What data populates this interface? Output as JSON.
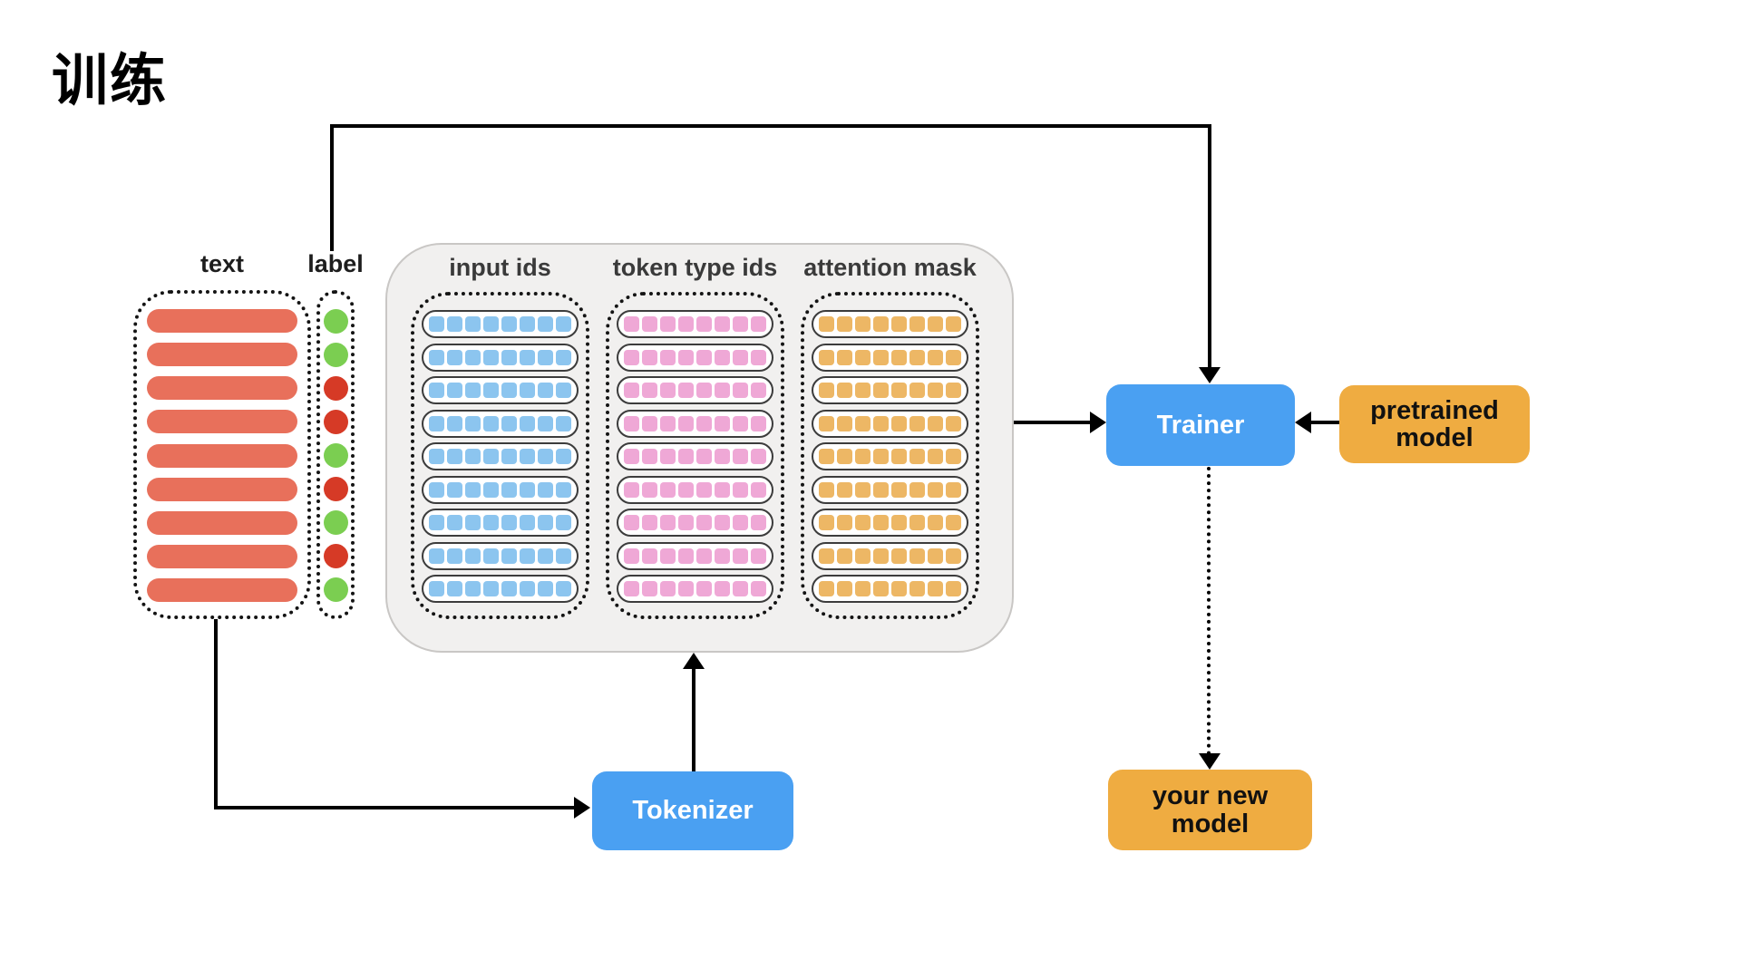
{
  "title": "训练",
  "text_column": {
    "header": "text",
    "bar_count": 9,
    "bar_color": "#E8705B"
  },
  "label_column": {
    "header": "label",
    "dots": [
      "green",
      "green",
      "red",
      "red",
      "green",
      "red",
      "green",
      "red",
      "green"
    ],
    "dot_colors": {
      "green": "#7BCE51",
      "red": "#D63A26"
    }
  },
  "batch_panel": {
    "columns": [
      {
        "label": "input ids",
        "rows": 9,
        "cells_per_row": 8,
        "cell_color": "#8CC5EF"
      },
      {
        "label": "token type ids",
        "rows": 9,
        "cells_per_row": 8,
        "cell_color": "#EFA8D6"
      },
      {
        "label": "attention mask",
        "rows": 9,
        "cells_per_row": 8,
        "cell_color": "#EDB765"
      }
    ]
  },
  "nodes": {
    "trainer": {
      "label": "Trainer",
      "color": "#4AA0F2",
      "text_color": "#FFFFFF"
    },
    "tokenizer": {
      "label": "Tokenizer",
      "color": "#4AA0F2",
      "text_color": "#FFFFFF"
    },
    "pretrained_model": {
      "label": "pretrained\nmodel",
      "color": "#EFAC41",
      "text_color": "#111111"
    },
    "your_new_model": {
      "label": "your new\nmodel",
      "color": "#EFAC41",
      "text_color": "#111111"
    }
  }
}
